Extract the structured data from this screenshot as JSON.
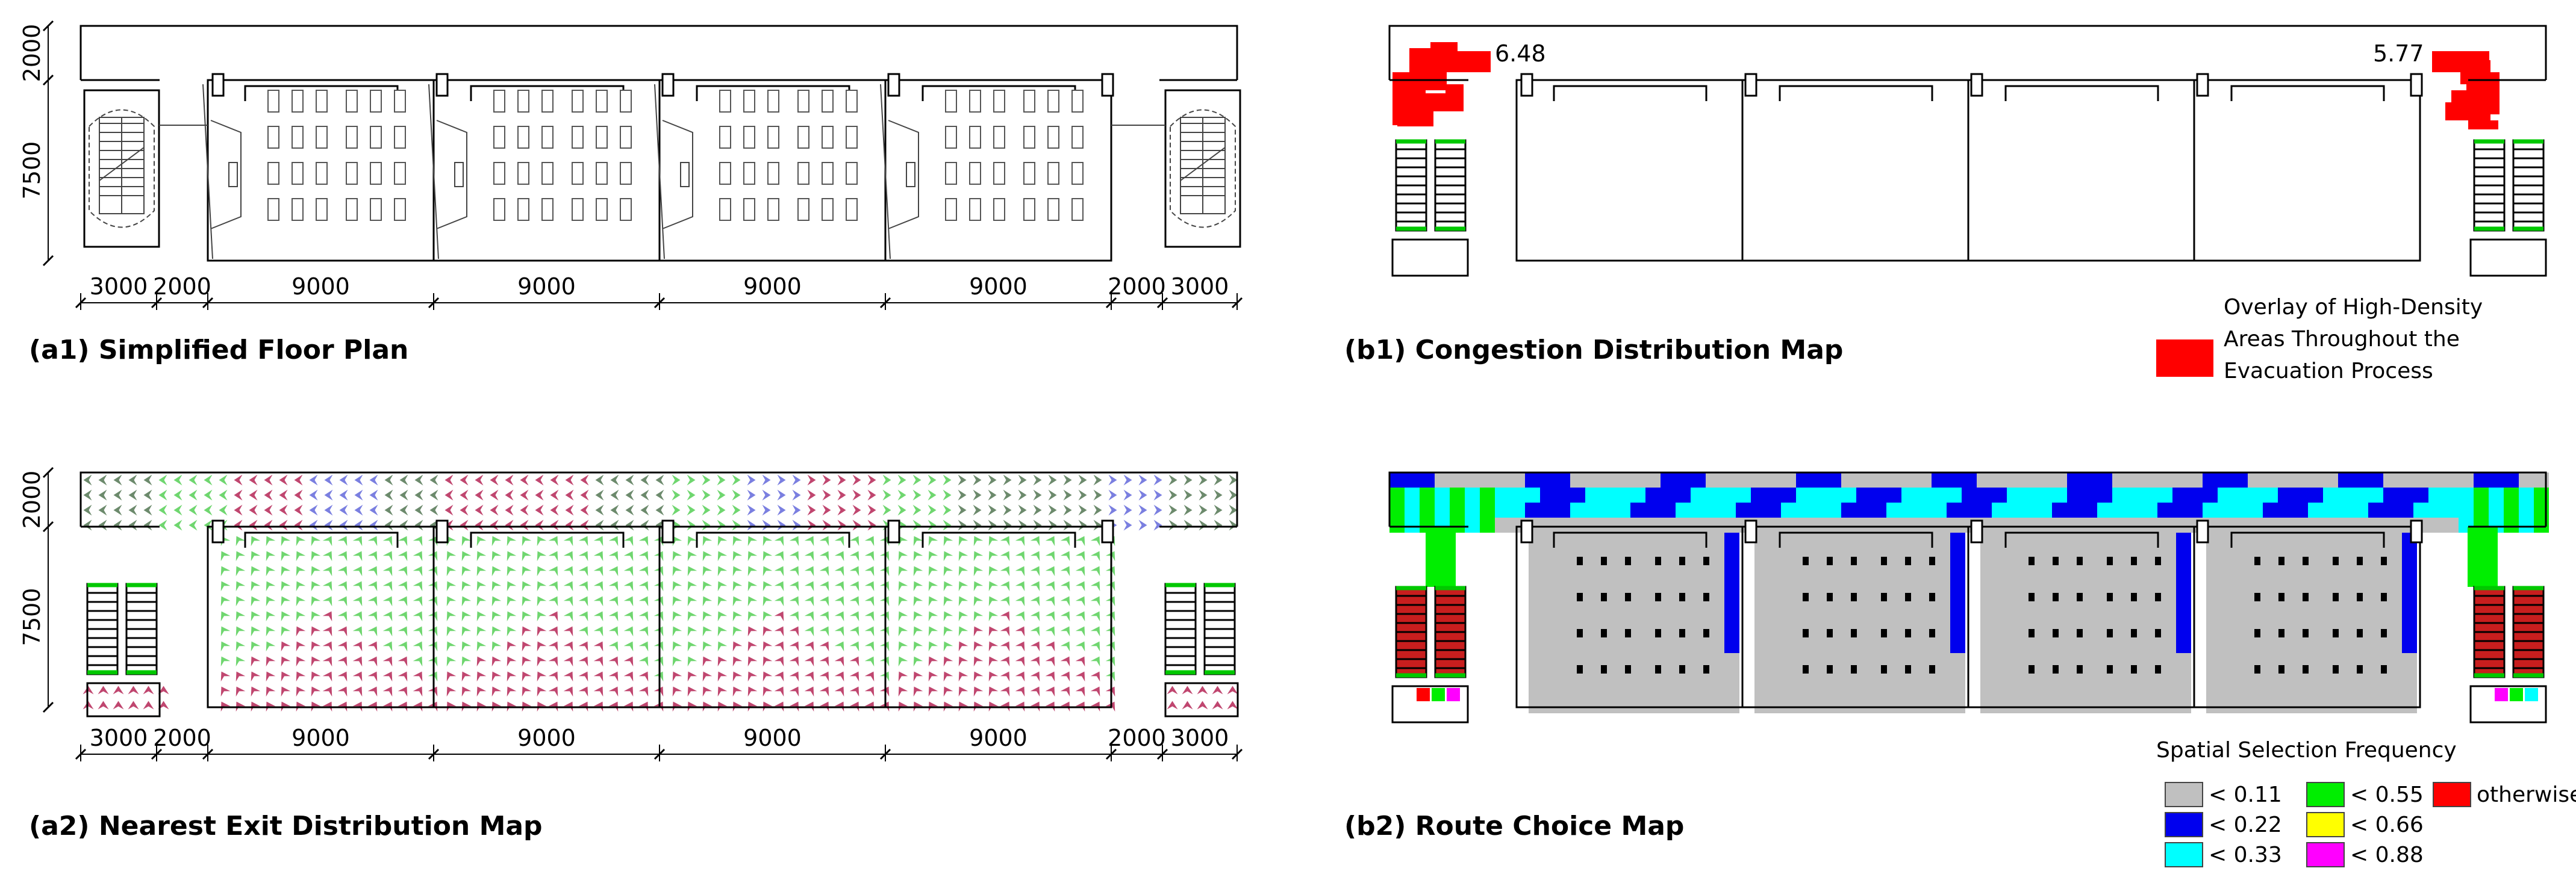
{
  "panels": {
    "a1": {
      "caption": "(a1) Simplified Floor Plan"
    },
    "a2": {
      "caption": "(a2) Nearest Exit Distribution Map"
    },
    "b1": {
      "caption": "(b1) Congestion Distribution Map",
      "peak_left": "6.48",
      "peak_right": "5.77",
      "legend_label": "Overlay of High-Density Areas Throughout the Evacuation Process",
      "legend_lines": [
        "Overlay of High-Density",
        "Areas Throughout the",
        "Evacuation Process"
      ],
      "legend_color": "#ff0000"
    },
    "b2": {
      "caption": "(b2) Route Choice Map",
      "legend_title": "Spatial Selection Frequency",
      "legend": [
        {
          "label": "< 0.11",
          "color": "#c0c0c0"
        },
        {
          "label": "< 0.22",
          "color": "#0000ee"
        },
        {
          "label": "< 0.33",
          "color": "#00ffff"
        },
        {
          "label": "< 0.55",
          "color": "#00ee00"
        },
        {
          "label": "< 0.66",
          "color": "#ffff00"
        },
        {
          "label": "< 0.88",
          "color": "#ff00ff"
        },
        {
          "label": "otherwise",
          "color": "#ff0000"
        }
      ]
    }
  },
  "dimensions": {
    "horizontal": [
      "3000",
      "2000",
      "9000",
      "9000",
      "9000",
      "9000",
      "2000",
      "3000"
    ],
    "vertical": [
      "2000",
      "7500"
    ]
  },
  "colors": {
    "arrow_green": "#6fd66f",
    "arrow_pink": "#c0466f",
    "arrow_blue": "#7a7fe0",
    "arrow_grey": "#6c8a6c",
    "stair_red": "#c81e1e",
    "stair_green": "#00c800"
  }
}
